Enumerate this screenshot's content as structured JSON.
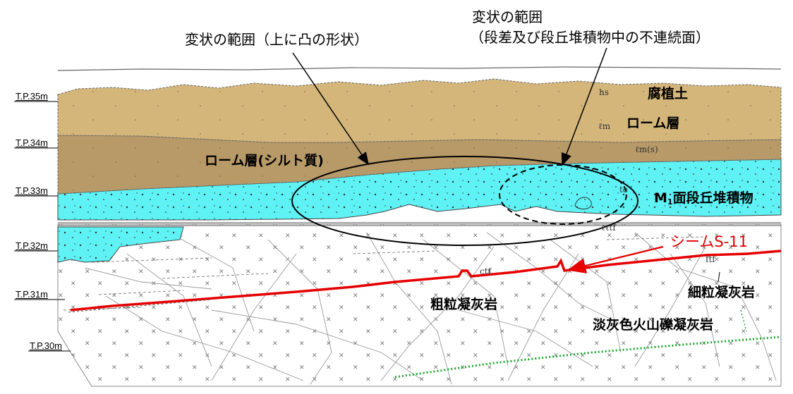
{
  "annotations": {
    "deformation_convex": "変状の範囲（上に凸の形状）",
    "deformation_step_line1": "変状の範囲",
    "deformation_step_line2": "（段差及び段丘堆積物中の不連続面）"
  },
  "elevation_labels": [
    "T.P.35m",
    "T.P.34m",
    "T.P.33m",
    "T.P.32m",
    "T.P.31m",
    "T.P.30m"
  ],
  "layers": {
    "humus": "腐植土",
    "loam": "ローム層",
    "silty_loam": "ローム層(シルト質)",
    "terrace_main": "M",
    "terrace_sub": "1",
    "terrace_rest": "面段丘堆積物",
    "coarse_tuff": "粗粒凝灰岩",
    "fine_tuff": "細粒凝灰岩",
    "lapilli_tuff": "淡灰色火山礫凝灰岩"
  },
  "seam_label": "シームS-11",
  "field_codes": {
    "hs": "hs",
    "lm": "ℓm",
    "lms": "ℓm(s)",
    "te": "te",
    "lltf": "ℓℓtf",
    "ctf": "ctf",
    "ftf": "ftf"
  },
  "colors": {
    "humus": "#ffffff",
    "loam": "#d4b67b",
    "silty_loam": "#b89a68",
    "terrace": "#5ef2f5",
    "bedrock": "#ffffff",
    "seam": "#e60000",
    "boundary_green": "#1ea832"
  }
}
